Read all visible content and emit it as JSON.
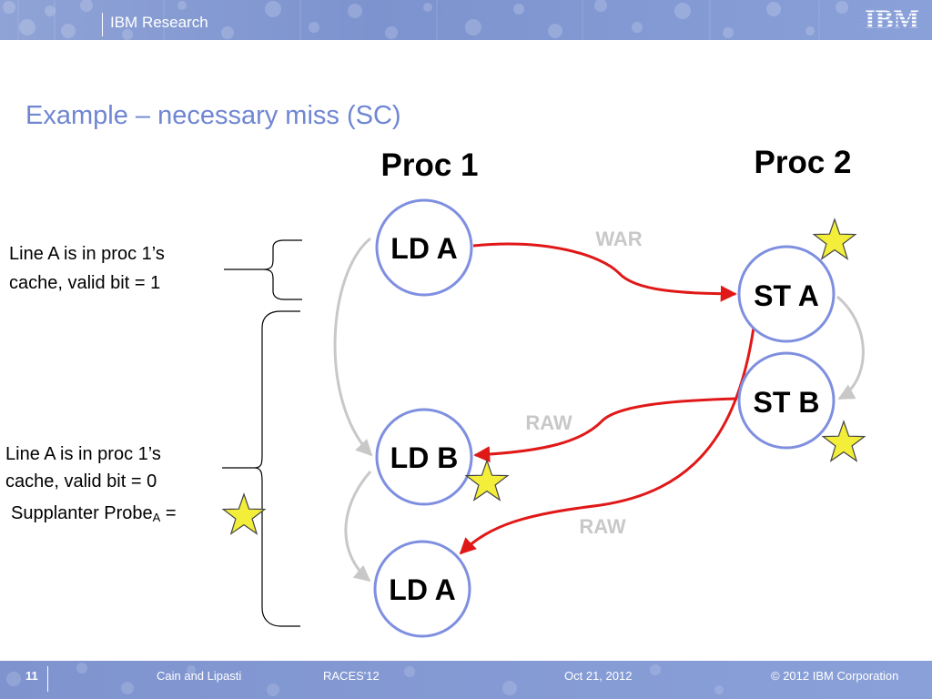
{
  "header": {
    "title": "IBM Research",
    "logo": "IBM"
  },
  "slide": {
    "title": "Example – necessary miss (SC)"
  },
  "diagram": {
    "proc1_label": "Proc 1",
    "proc2_label": "Proc 2",
    "nodes": {
      "p1_ld_a": "LD A",
      "p1_ld_b": "LD B",
      "p1_ld_a2": "LD A",
      "p2_st_a": "ST A",
      "p2_st_b": "ST B"
    },
    "edges": {
      "war": "WAR",
      "raw1": "RAW",
      "raw2": "RAW"
    },
    "colors": {
      "node_stroke": "#7f8fe0",
      "edge_red": "#e01818",
      "order_gray": "#c8c8c8",
      "star_fill": "#f2ee3a"
    }
  },
  "annotations": {
    "valid1_line1": "Line A is in proc 1’s",
    "valid1_line2": "cache, valid bit  = 1",
    "valid0_line1": "Line A is in proc 1’s",
    "valid0_line2": "cache, valid bit  = 0",
    "supplanter_text": "Supplanter Probe",
    "supplanter_sub": "A",
    "supplanter_eq": " ="
  },
  "footer": {
    "page": "11",
    "authors": "Cain and Lipasti",
    "venue": "RACES'12",
    "date": "Oct 21, 2012",
    "copyright": "© 2012 IBM Corporation"
  }
}
